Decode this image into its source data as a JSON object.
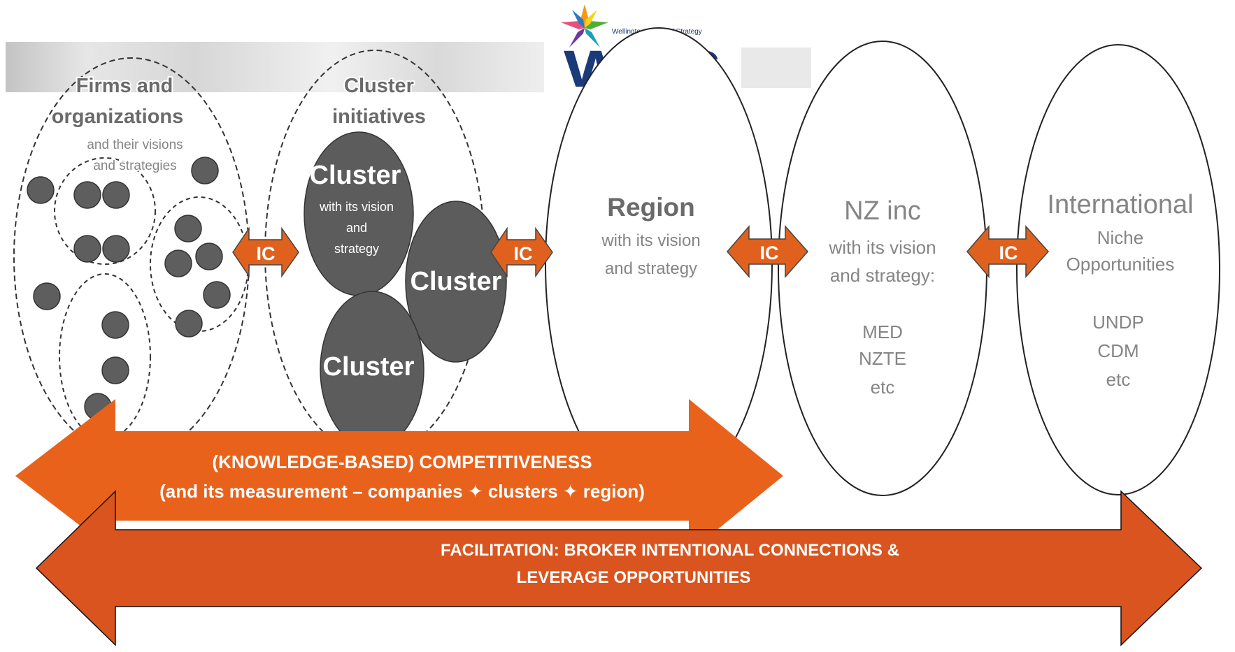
{
  "logo": {
    "tagline": "Wellington Regional Strategy",
    "wordmark": "WRS",
    "colors": {
      "navy": "#1b3a7a",
      "star_orange": "#f39a1c",
      "star_green": "#4fae3a",
      "star_teal": "#1aa0b8",
      "star_purple": "#6a3d9a"
    }
  },
  "firms": {
    "title_line1": "Firms and",
    "title_line2": "organizations",
    "sub_line1": "and their visions",
    "sub_line2": "and strategies"
  },
  "cluster_initiatives": {
    "title_line1": "Cluster",
    "title_line2": "initiatives",
    "cluster_top": {
      "title": "Cluster",
      "sub_line1": "with its vision",
      "sub_line2": "and",
      "sub_line3": "strategy"
    },
    "cluster_right": "Cluster",
    "cluster_bottom": "Cluster"
  },
  "region": {
    "title": "Region",
    "sub_line1": "with its vision",
    "sub_line2": "and strategy"
  },
  "nzinc": {
    "title": "NZ inc",
    "sub_line1": "with its vision",
    "sub_line2": "and strategy:",
    "items": [
      "MED",
      "NZTE",
      "etc"
    ]
  },
  "international": {
    "title": "International",
    "sub_line1": "Niche",
    "sub_line2": "Opportunities",
    "items": [
      "UNDP",
      "CDM",
      "etc"
    ]
  },
  "connectors": [
    "IC",
    "IC",
    "IC",
    "IC"
  ],
  "competitiveness": {
    "line1": "(KNOWLEDGE-BASED) COMPETITIVENESS",
    "line2": "(and its measurement – companies ✦ clusters ✦ region)"
  },
  "facilitation": {
    "line1": "FACILITATION: BROKER INTENTIONAL CONNECTIONS &",
    "line2": "LEVERAGE  OPPORTUNITIES"
  },
  "colors": {
    "arrow_orange": "#e8621c",
    "arrow_red": "#d9541f",
    "ic_orange": "#e0611e",
    "ic_text": "#ffffff",
    "firm_dot": "#5e5e5e",
    "cluster_fill": "#5c5c5c",
    "gray_title": "#6a6a6a",
    "gray_sub": "#858585",
    "ellipse_stroke": "#222222"
  }
}
